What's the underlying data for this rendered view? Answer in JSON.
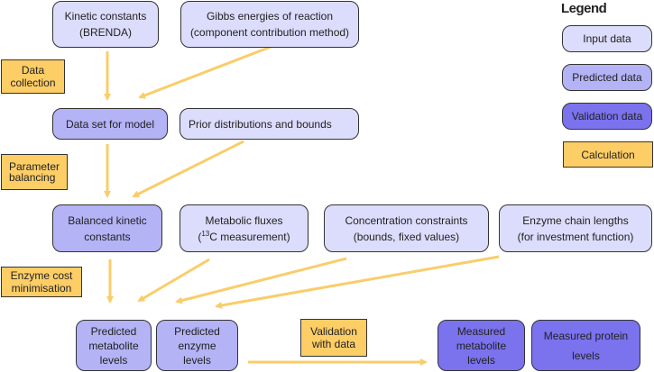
{
  "legend": {
    "title": "Legend",
    "items": [
      {
        "label": "Input data",
        "kind": "input"
      },
      {
        "label": "Predicted data",
        "kind": "predicted"
      },
      {
        "label": "Validation data",
        "kind": "validation"
      },
      {
        "label": "Calculation",
        "kind": "calculation"
      }
    ]
  },
  "colors": {
    "input": "#dcdcfc",
    "predicted": "#b3b3f6",
    "validation": "#7b72ee",
    "calculation": "#fdcd66",
    "arrow": "#f9cd6a"
  },
  "nodes": {
    "kinetic_constants": {
      "line1": "Kinetic constants",
      "line2": "(BRENDA)"
    },
    "gibbs_energies": {
      "line1": "Gibbs energies of reaction",
      "line2": "(component contribution method)"
    },
    "data_set": {
      "line1": "Data set for model"
    },
    "prior_distributions": {
      "line1": "Prior distributions and bounds"
    },
    "balanced_kinetic": {
      "line1": "Balanced kinetic",
      "line2": "constants"
    },
    "metabolic_fluxes": {
      "line1": "Metabolic fluxes",
      "line2_pre": "(",
      "line2_sup": "13",
      "line2_post": "C measurement)"
    },
    "concentration_constraints": {
      "line1": "Concentration constraints",
      "line2": "(bounds, fixed values)"
    },
    "enzyme_chain_lengths": {
      "line1": "Enzyme chain lengths",
      "line2": "(for investment function)"
    },
    "predicted_metabolite": {
      "line1": "Predicted",
      "line2": "metabolite",
      "line3": "levels"
    },
    "predicted_enzyme": {
      "line1": "Predicted",
      "line2": "enzyme",
      "line3": "levels"
    },
    "measured_metabolite": {
      "line1": "Measured",
      "line2": "metabolite",
      "line3": "levels"
    },
    "measured_protein": {
      "line1": "Measured protein",
      "line2": "levels"
    }
  },
  "steps": {
    "data_collection": {
      "line1": "Data",
      "line2": "collection"
    },
    "parameter_balancing": {
      "line1": "Parameter",
      "line2": "balancing"
    },
    "enzyme_cost": {
      "line1": "Enzyme cost",
      "line2": "minimisation"
    },
    "validation": {
      "line1": "Validation",
      "line2": "with data"
    }
  }
}
